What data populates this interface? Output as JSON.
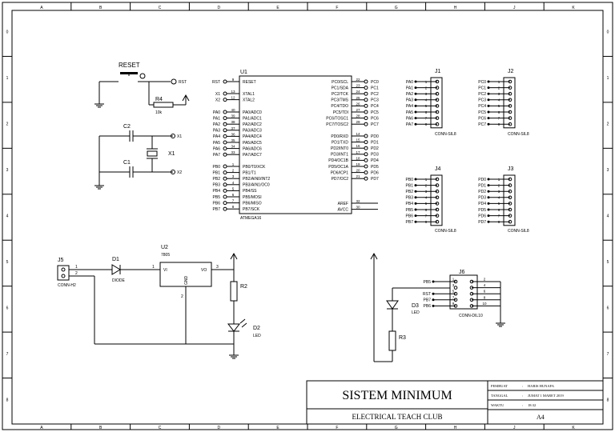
{
  "frame": {
    "columns": [
      "A",
      "B",
      "C",
      "D",
      "E",
      "F",
      "G",
      "H",
      "J",
      "K"
    ],
    "rows": [
      "0",
      "1",
      "2",
      "3",
      "4",
      "5",
      "6",
      "7",
      "8"
    ]
  },
  "labels": {
    "reset": "RESET",
    "r4": "R4",
    "r4_val": "10k",
    "c1": "C1",
    "c2": "C2",
    "x1": "X1",
    "net_rst": "RST",
    "net_x1": "X1",
    "net_x2": "X2",
    "u1": "U1",
    "u1_part": "ATMEGA16",
    "j5": "J5",
    "j5_part": "CONN-H2",
    "d1": "D1",
    "d1_part": "DIODE",
    "u2": "U2",
    "u2_part": "7805",
    "u2_vi": "VI",
    "u2_vo": "VO",
    "u2_gnd": "GND",
    "r2": "R2",
    "d2": "D2",
    "d2_part": "LED",
    "r3": "R3",
    "d3": "D3",
    "d3_part": "LED",
    "j1": "J1",
    "j2": "J2",
    "j3": "J3",
    "j4": "J4",
    "j6": "J6",
    "conn_sil8": "CONN-SIL8",
    "conn_dil10": "CONN-DIL10"
  },
  "u1": {
    "left_top": [
      {
        "net": "RST",
        "pin": "9",
        "name": "RESET"
      },
      {
        "net": "X1",
        "pin": "13",
        "name": "XTAL1"
      },
      {
        "net": "X2",
        "pin": "12",
        "name": "XTAL2"
      }
    ],
    "left_pa": [
      {
        "net": "PA0",
        "pin": "40",
        "name": "PA0/ADC0"
      },
      {
        "net": "PA1",
        "pin": "39",
        "name": "PA1/ADC1"
      },
      {
        "net": "PA2",
        "pin": "38",
        "name": "PA2/ADC2"
      },
      {
        "net": "PA3",
        "pin": "37",
        "name": "PA3/ADC3"
      },
      {
        "net": "PA4",
        "pin": "36",
        "name": "PA4/ADC4"
      },
      {
        "net": "PA5",
        "pin": "35",
        "name": "PA5/ADC5"
      },
      {
        "net": "PA6",
        "pin": "34",
        "name": "PA6/ADC6"
      },
      {
        "net": "PA7",
        "pin": "33",
        "name": "PA7/ADC7"
      }
    ],
    "left_pb": [
      {
        "net": "PB0",
        "pin": "1",
        "name": "PB0/T0/XCK"
      },
      {
        "net": "PB1",
        "pin": "2",
        "name": "PB1/T1"
      },
      {
        "net": "PB2",
        "pin": "3",
        "name": "PB2/AIN0/INT2"
      },
      {
        "net": "PB3",
        "pin": "4",
        "name": "PB3/AIN1/OC0"
      },
      {
        "net": "PB4",
        "pin": "5",
        "name": "PB4/SS"
      },
      {
        "net": "PB5",
        "pin": "6",
        "name": "PB5/MOSI"
      },
      {
        "net": "PB6",
        "pin": "7",
        "name": "PB6/MISO"
      },
      {
        "net": "PB7",
        "pin": "8",
        "name": "PB7/SCK"
      }
    ],
    "right_pc": [
      {
        "net": "PC0",
        "pin": "22",
        "name": "PC0/SCL"
      },
      {
        "net": "PC1",
        "pin": "23",
        "name": "PC1/SDA"
      },
      {
        "net": "PC2",
        "pin": "24",
        "name": "PC2/TCK"
      },
      {
        "net": "PC3",
        "pin": "25",
        "name": "PC3/TMS"
      },
      {
        "net": "PC4",
        "pin": "26",
        "name": "PC4/TDO"
      },
      {
        "net": "PC5",
        "pin": "27",
        "name": "PC5/TDI"
      },
      {
        "net": "PC6",
        "pin": "28",
        "name": "PC6/TOSC1"
      },
      {
        "net": "PC7",
        "pin": "29",
        "name": "PC7/TOSC2"
      }
    ],
    "right_pd": [
      {
        "net": "PD0",
        "pin": "14",
        "name": "PD0/RXD"
      },
      {
        "net": "PD1",
        "pin": "15",
        "name": "PD1/TXD"
      },
      {
        "net": "PD2",
        "pin": "16",
        "name": "PD2/INT0"
      },
      {
        "net": "PD3",
        "pin": "17",
        "name": "PD3/INT1"
      },
      {
        "net": "PD4",
        "pin": "18",
        "name": "PD4/OC1B"
      },
      {
        "net": "PD5",
        "pin": "19",
        "name": "PD5/OC1A"
      },
      {
        "net": "PD6",
        "pin": "20",
        "name": "PD6/ICP1"
      },
      {
        "net": "PD7",
        "pin": "21",
        "name": "PD7/OC2"
      }
    ],
    "right_power": [
      {
        "pin": "32",
        "name": "AREF"
      },
      {
        "pin": "30",
        "name": "AVCC"
      }
    ]
  },
  "connectors": {
    "j1_nets": [
      "PA0",
      "PA1",
      "PA2",
      "PA3",
      "PA4",
      "PA5",
      "PA6",
      "PA7"
    ],
    "j2_nets": [
      "PC0",
      "PC1",
      "PC2",
      "PC3",
      "PC4",
      "PC5",
      "PC6",
      "PC7"
    ],
    "j3_nets": [
      "PD0",
      "PD1",
      "PD2",
      "PD3",
      "PD4",
      "PD5",
      "PD6",
      "PD7"
    ],
    "j4_nets": [
      "PB0",
      "PB1",
      "PB2",
      "PB3",
      "PB4",
      "PB5",
      "PB6",
      "PB7"
    ],
    "sil_pins": [
      "1",
      "2",
      "3",
      "4",
      "5",
      "6",
      "7",
      "8"
    ],
    "j5_pins": [
      "1",
      "2"
    ],
    "j6_nets": [
      "PB5",
      "",
      "RST",
      "PB7",
      "PB6"
    ],
    "j6_left_pins": [
      "1",
      "3",
      "5",
      "7",
      "9"
    ],
    "j6_right_pins": [
      "2",
      "4",
      "6",
      "8",
      "10"
    ]
  },
  "pins": {
    "d1_a": "1",
    "u2_in": "1",
    "u2_out": "3",
    "u2_gnd": "2"
  },
  "title_block": {
    "title": "SISTEM MINIMUM",
    "org": "ELECTRICAL TEACH CLUB",
    "rows": [
      {
        "label": "PEMBUAT",
        "value": "HARIS HUNAFA"
      },
      {
        "label": "TANGGAL",
        "value": "JUMAT 1 MARET 2019"
      },
      {
        "label": "WAKTU",
        "value": "18:32"
      }
    ],
    "size": "A4"
  }
}
